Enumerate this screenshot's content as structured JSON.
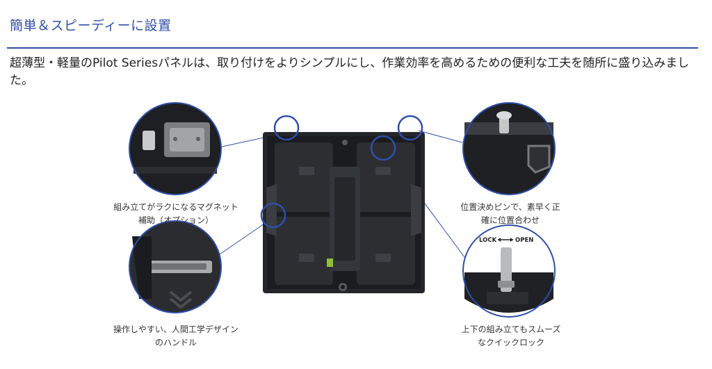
{
  "heading": "簡単＆スピーディーに設置",
  "intro": "超薄型・軽量のPilot Seriesパネルは、取り付けをよりシンプルにし、作業効率を高めるための便利な工夫を随所に盛り込みました。",
  "features": [
    {
      "caption": "組み立てがラクになるマグネット補助（オプション）"
    },
    {
      "caption": "操作しやすい、人間工学デザインのハンドル"
    },
    {
      "caption": "位置決めピンで、素早く正確に位置合わせ"
    },
    {
      "caption": "上下の組み立てもスムーズなクイックロック"
    }
  ],
  "lock_label": {
    "lock": "LOCK",
    "open": "OPEN"
  },
  "colors": {
    "accent": "#2f4faa",
    "panel": "#26282b",
    "panel_dark": "#151618"
  }
}
